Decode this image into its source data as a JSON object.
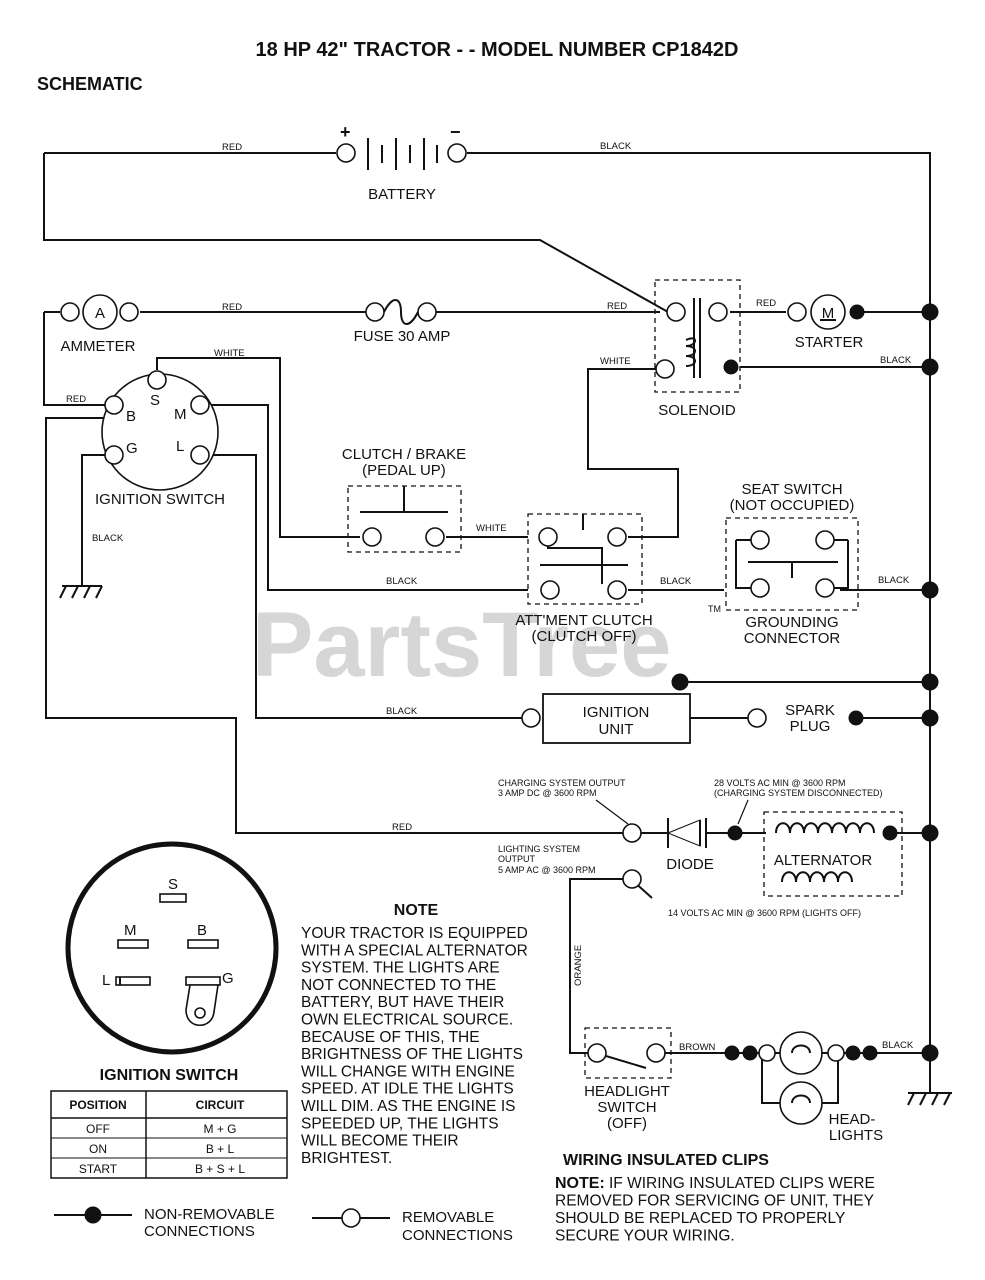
{
  "header": {
    "title": "18 HP 42\" TRACTOR - - MODEL NUMBER CP1842D",
    "subtitle": "SCHEMATIC"
  },
  "watermark": {
    "text": "PartsTree",
    "tm": "TM"
  },
  "components": {
    "battery": "BATTERY",
    "battery_plus": "+",
    "battery_minus": "−",
    "ammeter_symbol": "A",
    "ammeter": "AMMETER",
    "fuse": "FUSE 30 AMP",
    "solenoid": "SOLENOID",
    "starter_symbol": "M",
    "starter": "STARTER",
    "ignition_switch": "IGNITION SWITCH",
    "switch_terminals": {
      "s": "S",
      "b": "B",
      "m": "M",
      "g": "G",
      "l": "L"
    },
    "clutch_brake": [
      "CLUTCH / BRAKE",
      "(PEDAL UP)"
    ],
    "seat_switch": [
      "SEAT SWITCH",
      "(NOT OCCUPIED)"
    ],
    "attachment_clutch": [
      "ATT'MENT CLUTCH",
      "(CLUTCH OFF)"
    ],
    "grounding_connector": [
      "GROUNDING",
      "CONNECTOR"
    ],
    "ignition_unit": [
      "IGNITION",
      "UNIT"
    ],
    "spark_plug": [
      "SPARK",
      "PLUG"
    ],
    "diode": "DIODE",
    "alternator": "ALTERNATOR",
    "headlight_switch": [
      "HEADLIGHT",
      "SWITCH",
      "(OFF)"
    ],
    "headlights": [
      "HEAD-",
      "LIGHTS"
    ]
  },
  "wire_colors": {
    "red": "RED",
    "black": "BLACK",
    "white": "WHITE",
    "orange": "ORANGE",
    "brown": "BROWN"
  },
  "specs": {
    "charging_output": [
      "CHARGING SYSTEM OUTPUT",
      "3 AMP DC @ 3600 RPM"
    ],
    "volts_28": [
      "28 VOLTS AC MIN  @ 3600 RPM",
      "(CHARGING SYSTEM DISCONNECTED)"
    ],
    "lighting_output": [
      "LIGHTING SYSTEM",
      "OUTPUT",
      "5 AMP AC @ 3600 RPM"
    ],
    "volts_14": "14 VOLTS AC MIN  @ 3600 RPM (LIGHTS OFF)"
  },
  "note": {
    "heading": "NOTE",
    "lines": [
      "YOUR TRACTOR IS EQUIPPED",
      "WITH A SPECIAL ALTERNATOR",
      "SYSTEM.  THE LIGHTS ARE",
      "NOT CONNECTED TO  THE",
      "BATTERY, BUT HAVE THEIR",
      "OWN ELECTRICAL SOURCE.",
      "BECAUSE OF THIS, THE",
      "BRIGHTNESS OF THE LIGHTS",
      "WILL CHANGE WITH ENGINE",
      "SPEED.  AT IDLE THE LIGHTS",
      "WILL DIM.  AS THE ENGINE IS",
      "SPEEDED UP, THE LIGHTS",
      "WILL BECOME THEIR",
      "BRIGHTEST."
    ]
  },
  "ignition_table": {
    "title": "IGNITION SWITCH",
    "headers": [
      "POSITION",
      "CIRCUIT"
    ],
    "rows": [
      [
        "OFF",
        "M + G"
      ],
      [
        "ON",
        "B + L"
      ],
      [
        "START",
        "B + S + L"
      ]
    ]
  },
  "wiring_clips": {
    "heading": "WIRING INSULATED CLIPS",
    "note_label": "NOTE:",
    "lines": [
      "IF WIRING INSULATED CLIPS WERE",
      "REMOVED FOR SERVICING OF UNIT, THEY",
      "SHOULD BE REPLACED TO PROPERLY",
      "SECURE YOUR WIRING."
    ]
  },
  "legend": {
    "non_removable": [
      "NON-REMOVABLE",
      "CONNECTIONS"
    ],
    "removable": [
      "REMOVABLE",
      "CONNECTIONS"
    ]
  }
}
